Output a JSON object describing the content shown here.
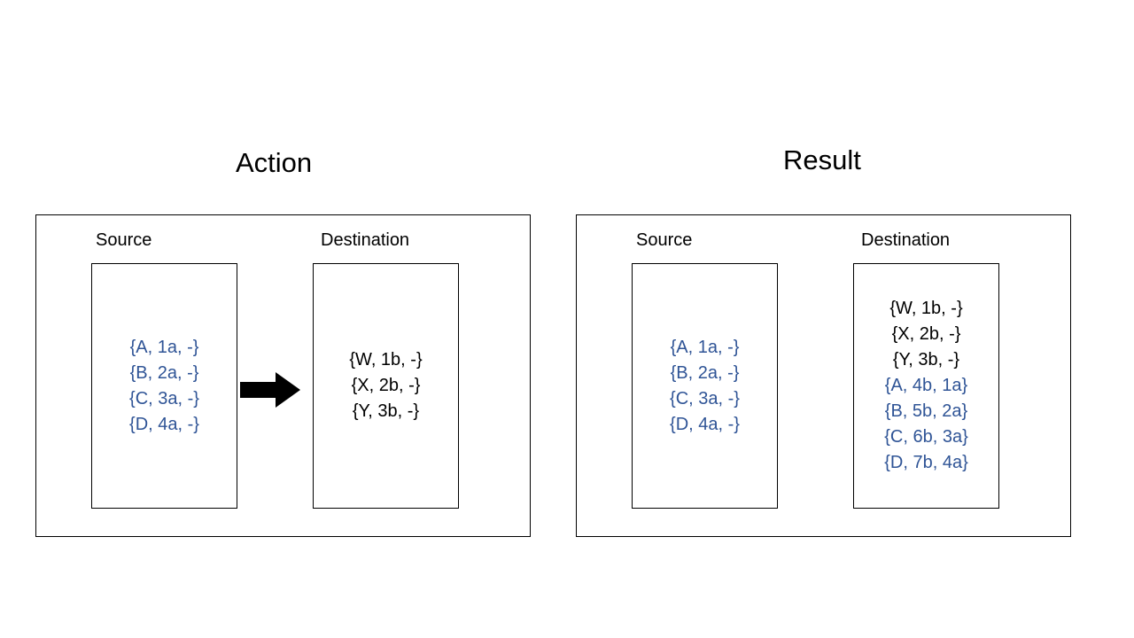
{
  "diagram": {
    "type": "before-after-state-diagram",
    "panels": [
      {
        "id": "action",
        "title": "Action",
        "columns": [
          {
            "id": "source",
            "label": "Source",
            "rows": [
              {
                "text": "{A, 1a, -}",
                "color": "blue"
              },
              {
                "text": "{B, 2a, -}",
                "color": "blue"
              },
              {
                "text": "{C, 3a, -}",
                "color": "blue"
              },
              {
                "text": "{D, 4a, -}",
                "color": "blue"
              }
            ]
          },
          {
            "id": "destination",
            "label": "Destination",
            "rows": [
              {
                "text": "{W, 1b, -}",
                "color": "black"
              },
              {
                "text": "{X, 2b, -}",
                "color": "black"
              },
              {
                "text": "{Y, 3b, -}",
                "color": "black"
              }
            ]
          }
        ],
        "connector": {
          "icon": "right-arrow-icon"
        }
      },
      {
        "id": "result",
        "title": "Result",
        "columns": [
          {
            "id": "source",
            "label": "Source",
            "rows": [
              {
                "text": "{A, 1a, -}",
                "color": "blue"
              },
              {
                "text": "{B, 2a, -}",
                "color": "blue"
              },
              {
                "text": "{C, 3a, -}",
                "color": "blue"
              },
              {
                "text": "{D, 4a, -}",
                "color": "blue"
              }
            ]
          },
          {
            "id": "destination",
            "label": "Destination",
            "rows": [
              {
                "text": "{W, 1b, -}",
                "color": "black"
              },
              {
                "text": "{X, 2b, -}",
                "color": "black"
              },
              {
                "text": "{Y, 3b, -}",
                "color": "black"
              },
              {
                "text": "{A, 4b, 1a}",
                "color": "blue"
              },
              {
                "text": "{B, 5b, 2a}",
                "color": "blue"
              },
              {
                "text": "{C, 6b, 3a}",
                "color": "blue"
              },
              {
                "text": "{D, 7b, 4a}",
                "color": "blue"
              }
            ]
          }
        ]
      }
    ],
    "colors": {
      "highlight_blue": "#2F5496",
      "text_black": "#000000",
      "border": "#000000",
      "background": "#FFFFFF"
    }
  }
}
